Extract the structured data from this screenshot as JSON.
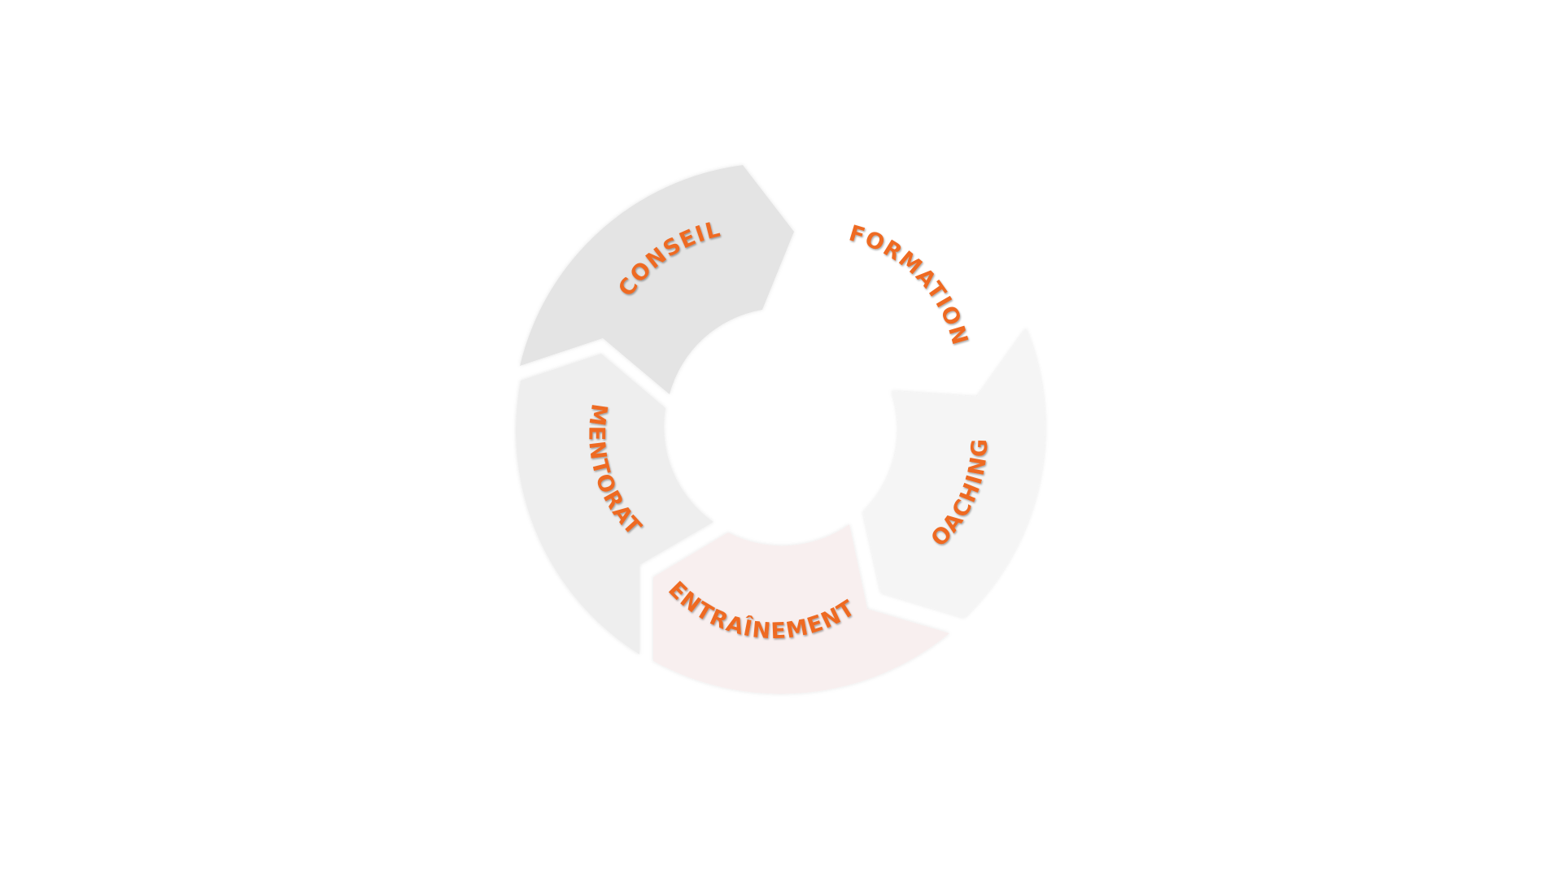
{
  "diagram": {
    "type": "cycle",
    "segments": [
      {
        "id": "conseil",
        "label": "CONSEIL",
        "fill": "#e4e4e4"
      },
      {
        "id": "formation",
        "label": "FORMATION",
        "fill": "#ffffff"
      },
      {
        "id": "coaching",
        "label": "COACHING",
        "fill": "#f5f5f5"
      },
      {
        "id": "entrainement",
        "label": "ENTRAÎNEMENT",
        "fill": "#f8efef"
      },
      {
        "id": "mentorat",
        "label": "MENTORAT",
        "fill": "#eeeeee"
      }
    ],
    "label_color": "#ee6a24",
    "background": "#ffffff"
  }
}
